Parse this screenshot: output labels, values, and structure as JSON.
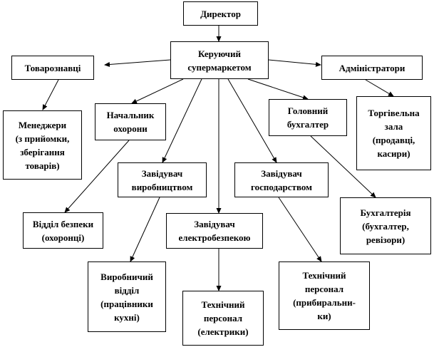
{
  "nodes": {
    "director": "Директор",
    "manager": "Керуючий\nсупермаркетом",
    "merchandisers": "Товарознавці",
    "administrators": "Адміністратори",
    "managers": "Менеджери\n(з прийомки,\nзберігання\nтоварів)",
    "security_head": "Начальник\nохорони",
    "chief_accountant": "Головний\nбухгалтер",
    "sales_floor": "Торгівельна\nзала\n(продавці,\nкасири)",
    "production_head": "Завідувач\nвиробництвом",
    "household_head": "Завідувач\nгосподарством",
    "security_dept": "Відділ  безпеки\n(охоронці)",
    "electrical_head": "Завідувач\nелектробезпекою",
    "accounting": "Бухгалтерія\n(бухгалтер,\nревізори)",
    "production_dept": "Виробничий\nвідділ\n(працівники\nкухні)",
    "tech_electricians": "Технічний\nперсонал\n(електрики)",
    "tech_cleaners": "Технічний\nперсонал\n(прибиральни-\nки)"
  }
}
